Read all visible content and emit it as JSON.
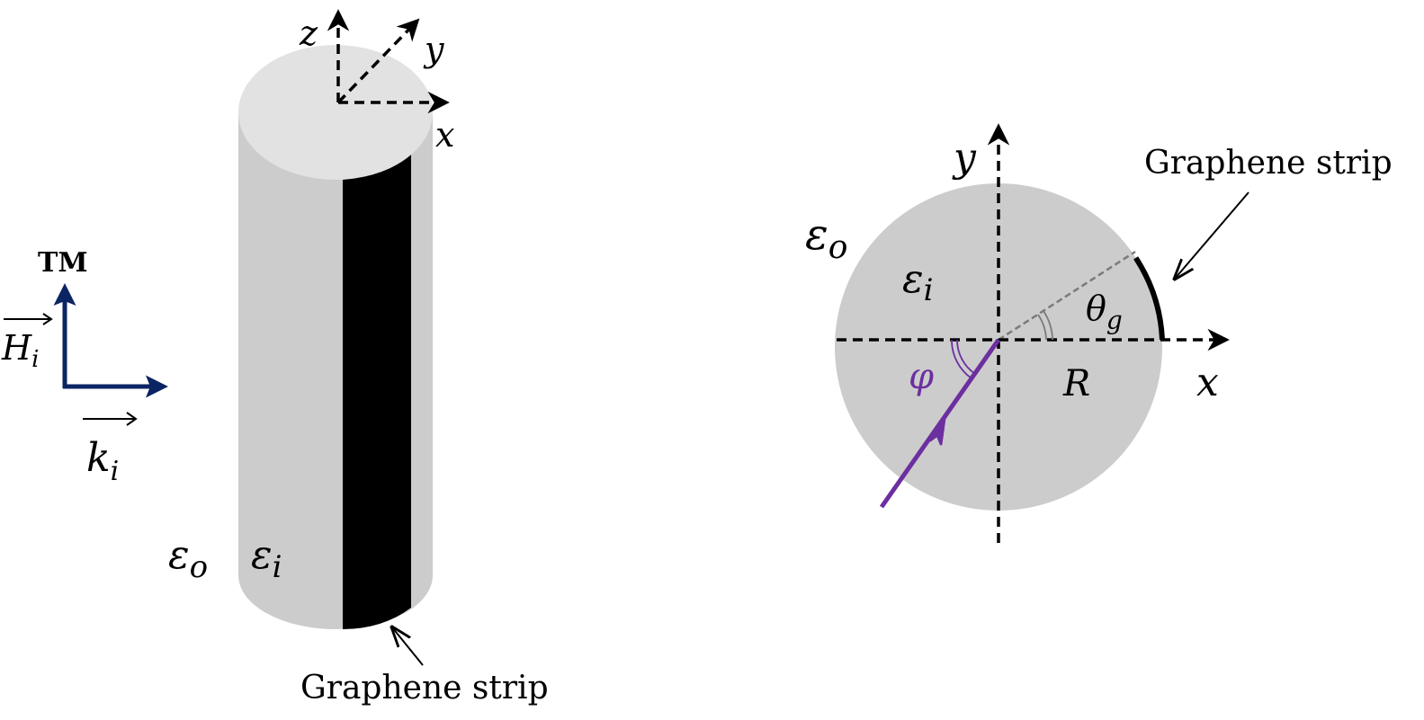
{
  "left_figure": {
    "polarization_label": "TM",
    "h_field_label": "H",
    "h_field_sub": "i",
    "k_vector_label": "k",
    "k_vector_sub": "i",
    "axis_x": "x",
    "axis_y": "y",
    "axis_z": "z",
    "eps_outer": "ε",
    "eps_outer_sub": "o",
    "eps_inner": "ε",
    "eps_inner_sub": "i",
    "strip_label": "Graphene strip"
  },
  "right_figure": {
    "axis_x": "x",
    "axis_y": "y",
    "eps_outer": "ε",
    "eps_outer_sub": "o",
    "eps_inner": "ε",
    "eps_inner_sub": "i",
    "theta": "θ",
    "theta_sub": "g",
    "phi": "φ",
    "radius": "R",
    "strip_label": "Graphene strip"
  },
  "colors": {
    "cylinder_body": "#cdcccd",
    "cylinder_top": "#e3e2e3",
    "graphene": "#000000",
    "field_arrows": "#0b2463",
    "incident_wave": "#6c2fa0",
    "angle_line": "#7a7a7a"
  }
}
